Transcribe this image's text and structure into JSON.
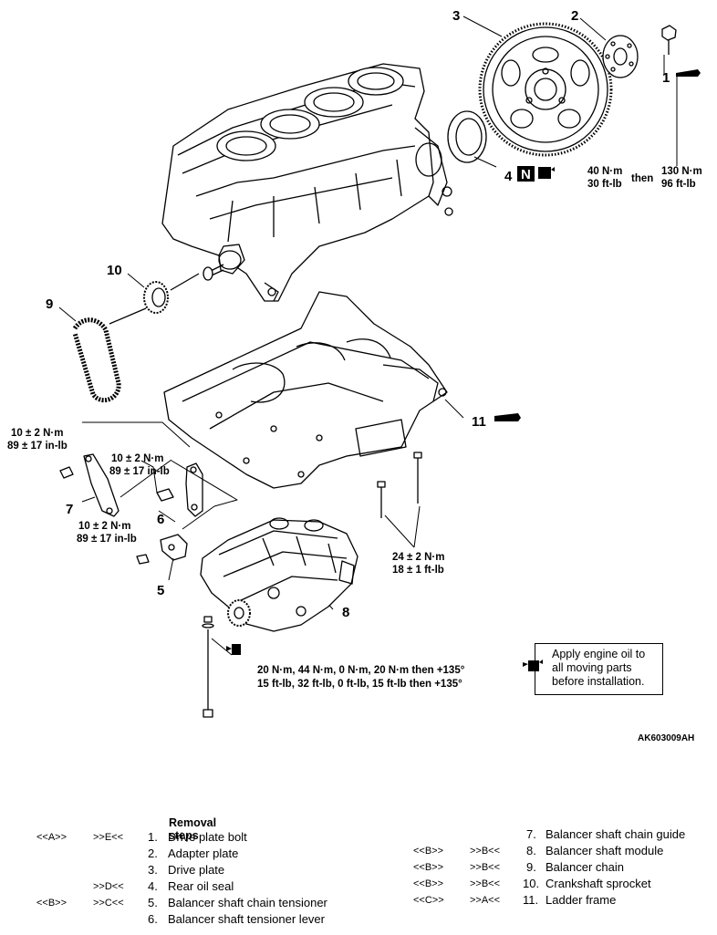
{
  "figure_code": "AK603009AH",
  "callouts": [
    "1",
    "2",
    "3",
    "4",
    "5",
    "6",
    "7",
    "8",
    "9",
    "10",
    "11"
  ],
  "torque": {
    "drive_plate_a": [
      "40 N·m",
      "30 ft-lb"
    ],
    "drive_plate_then": "then",
    "drive_plate_b": [
      "130 N·m",
      "96 ft-lb"
    ],
    "guide": [
      "10 ± 2 N·m",
      "89 ± 17 in-lb"
    ],
    "tensioner_lever": [
      "10 ± 2 N·m",
      "89 ± 17 in-lb"
    ],
    "tensioner": [
      "10 ± 2 N·m",
      "89 ± 17 in-lb"
    ],
    "ladder_frame": [
      "24 ± 2 N·m",
      "18 ± 1 ft-lb"
    ],
    "module": [
      "20 N·m, 44 N·m, 0 N·m, 20 N·m then +135°",
      "15 ft-lb, 32 ft-lb, 0 ft-lb, 15 ft-lb then +135°"
    ]
  },
  "legend": {
    "icon": "oil-can-icon",
    "lines": [
      "Apply engine oil to",
      "all moving parts",
      "before installation."
    ]
  },
  "removal_steps": {
    "title": "Removal steps",
    "left": [
      {
        "c1": "<<A>>",
        "c2": ">>E<<",
        "num": "1.",
        "label": "Drive plate bolt"
      },
      {
        "c1": "",
        "c2": "",
        "num": "2.",
        "label": "Adapter plate"
      },
      {
        "c1": "",
        "c2": "",
        "num": "3.",
        "label": "Drive plate"
      },
      {
        "c1": "",
        "c2": ">>D<<",
        "num": "4.",
        "label": "Rear oil seal"
      },
      {
        "c1": "<<B>>",
        "c2": ">>C<<",
        "num": "5.",
        "label": "Balancer shaft chain tensioner"
      },
      {
        "c1": "",
        "c2": "",
        "num": "6.",
        "label": "Balancer shaft tensioner lever"
      }
    ],
    "right": [
      {
        "c1": "",
        "c2": "",
        "num": "7.",
        "label": "Balancer shaft chain guide"
      },
      {
        "c1": "<<B>>",
        "c2": ">>B<<",
        "num": "8.",
        "label": "Balancer shaft module"
      },
      {
        "c1": "<<B>>",
        "c2": ">>B<<",
        "num": "9.",
        "label": "Balancer chain"
      },
      {
        "c1": "<<B>>",
        "c2": ">>B<<",
        "num": "10.",
        "label": "Crankshaft sprocket"
      },
      {
        "c1": "<<C>>",
        "c2": ">>A<<",
        "num": "11.",
        "label": "Ladder frame"
      }
    ]
  }
}
